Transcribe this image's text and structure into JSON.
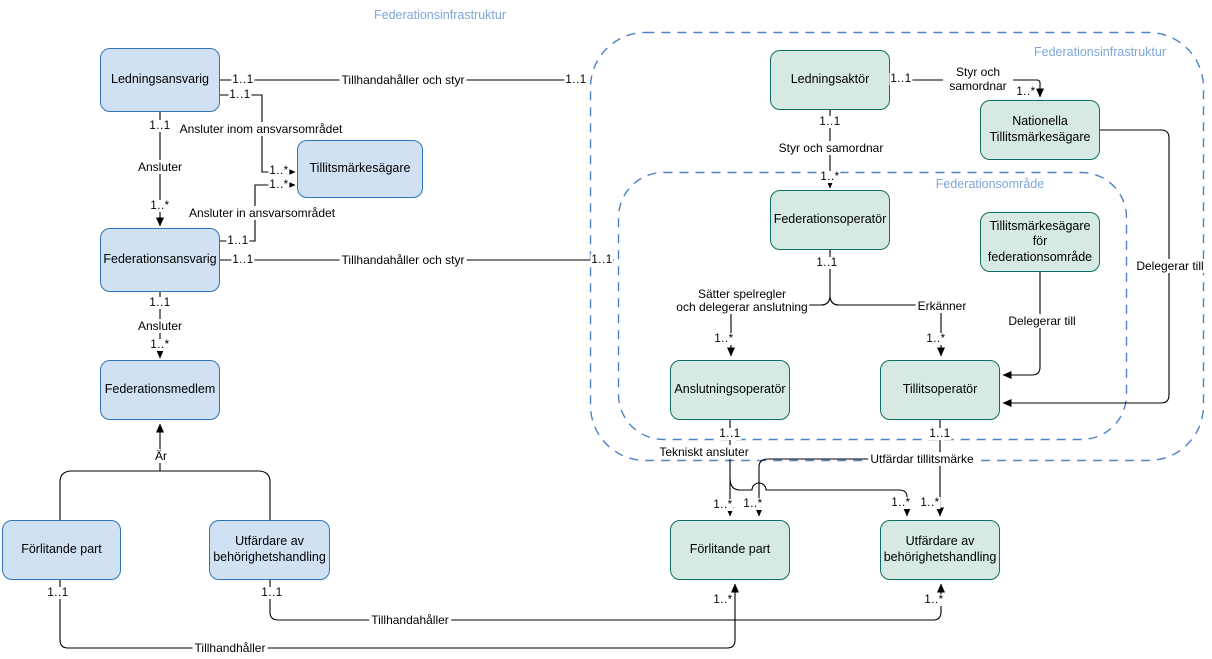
{
  "titles": {
    "infra_left": "Federationsinfrastruktur",
    "infra_right": "Federationsinfrastruktur",
    "omrade": "Federationsområde"
  },
  "nodes": {
    "ledningsansvarig": "Ledningsansvarig",
    "tillitsmarkesagare": "Tillitsmärkesägare",
    "federationsansvarig": "Federationsansvarig",
    "federationsmedlem": "Federationsmedlem",
    "forlitande_part_left": "Förlitande part",
    "utfardare_left": "Utfärdare av behörighetshandling",
    "ledningsaktor": "Ledningsaktör",
    "nationella": "Nationella Tillitsmärkesägare",
    "federationsoperator": "Federationsoperatör",
    "tillitsmarkesagare_omrade": "Tillitsmärkesägare för federationsområde",
    "anslutningsoperator": "Anslutningsoperatör",
    "tillitsoperator": "Tillitsoperatör",
    "forlitande_part_right": "Förlitande part",
    "utfardare_right": "Utfärdare av behörighetshandling"
  },
  "edges": {
    "tillhandahaller_och_styr": "Tillhandahåller och styr",
    "ansluter_inom": "Ansluter inom ansvarsområdet",
    "ansluter_in": "Ansluter in ansvarsområdet",
    "ansluter": "Ansluter",
    "ar": "Är",
    "styr_och_samordnar": "Styr och samordnar",
    "satter_1": "Sätter spelregler",
    "satter_2": "och delegerar anslutning",
    "erkanner": "Erkänner",
    "delegerar_till": "Delegerar till",
    "tekniskt_ansluter": "Tekniskt ansluter",
    "utfardar_tillitsmarke": "Utfärdar tillitsmärke",
    "tillhandahaller": "Tillhandahåller",
    "tillhandhaller": "Tillhandhåller"
  },
  "mult": {
    "one": "1..1",
    "many": "1..*"
  },
  "colors": {
    "blue_fill": "#cfe1f3",
    "blue_stroke": "#2e75b6",
    "green_fill": "#d7e9e3",
    "green_stroke": "#0e6e62",
    "container_stroke": "#4d82c3",
    "title_text": "#7ea6d9",
    "line": "#000000"
  }
}
